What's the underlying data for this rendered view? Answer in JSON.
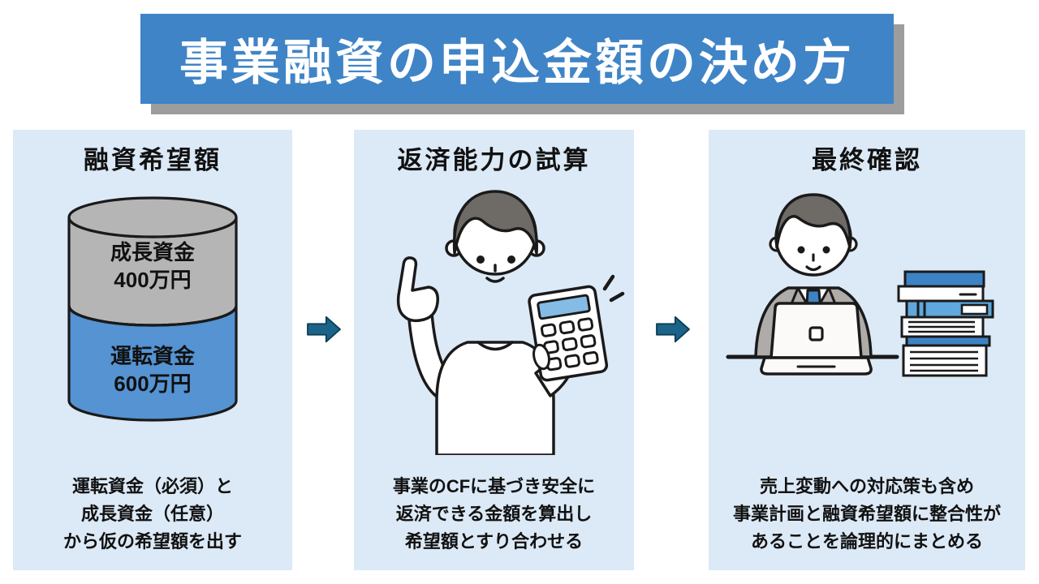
{
  "title": "事業融資の申込金額の決め方",
  "colors": {
    "banner_blue": "#3f84c7",
    "banner_shadow": "#9d9d9d",
    "panel_bg": "#dce9f6",
    "arrow_teal": "#1b6389",
    "cylinder_gray": "#b4b5b4",
    "cylinder_blue": "#5593d2",
    "tie_blue": "#3d83c4",
    "book_light_blue": "#5fa7dc",
    "screen_blue": "#85bce6",
    "hair_gray": "#6e6a66",
    "suit_gray": "#aeaba8",
    "outline_dark": "#1a1a1a",
    "text_black": "#111111"
  },
  "steps": [
    {
      "heading": "融資希望額",
      "illustration": "stacked-funds-cylinder",
      "cylinder": {
        "segments": [
          {
            "label": "成長資金",
            "amount": "400万円",
            "color": "#b4b5b4"
          },
          {
            "label": "運転資金",
            "amount": "600万円",
            "color": "#5593d2"
          }
        ]
      },
      "description_lines": [
        "運転資金（必須）と",
        "成長資金（任意）",
        "から仮の希望額を出す"
      ]
    },
    {
      "heading": "返済能力の試算",
      "illustration": "person-with-calculator",
      "description_lines": [
        "事業のCFに基づき安全に",
        "返済できる金額を算出し",
        "希望額とすり合わせる"
      ]
    },
    {
      "heading": "最終確認",
      "illustration": "person-at-laptop-with-books",
      "description_lines": [
        "売上変動への対応策も含め",
        "事業計画と融資希望額に整合性が",
        "あることを論理的にまとめる"
      ]
    }
  ],
  "arrows": [
    {
      "icon": "arrow-right-icon"
    },
    {
      "icon": "arrow-right-icon"
    }
  ]
}
